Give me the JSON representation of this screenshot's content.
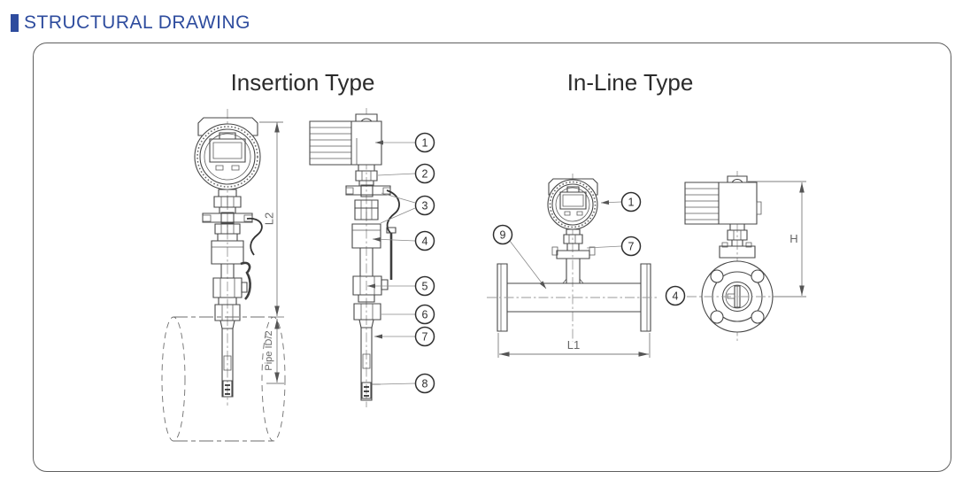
{
  "header": {
    "title": "STRUCTURAL DRAWING"
  },
  "sections": {
    "insertion": {
      "title": "Insertion Type"
    },
    "inline": {
      "title": "In-Line Type"
    }
  },
  "dimensions": {
    "l2": "L2",
    "pipe_id_half": "Pipe ID/2",
    "l1": "L1",
    "h": "H"
  },
  "callouts": {
    "n1": "1",
    "n2": "2",
    "n3": "3",
    "n4": "4",
    "n5": "5",
    "n6": "6",
    "n7": "7",
    "n8": "8",
    "n9": "9"
  },
  "colors": {
    "accent_blue": "#2e4c9e",
    "line": "#474747",
    "dim_gray": "#7d7d7d"
  }
}
